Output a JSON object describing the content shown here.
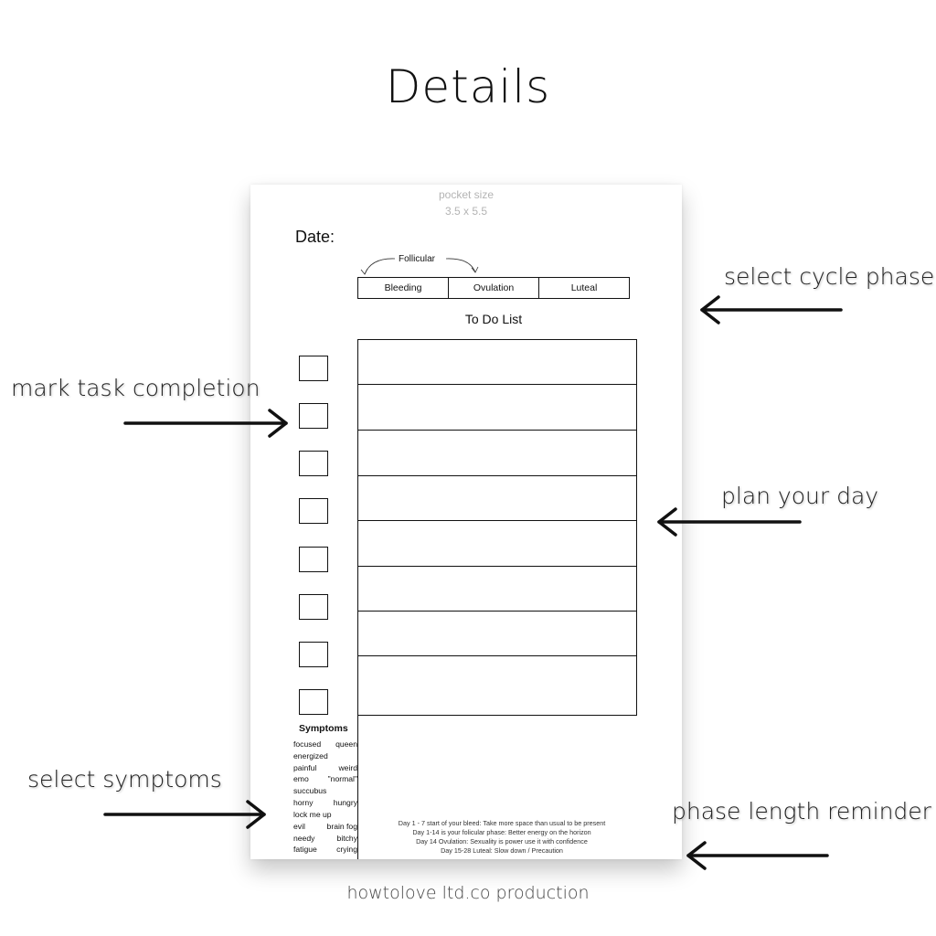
{
  "title": "Details",
  "annotations": {
    "select_cycle_phase": "select cycle phase",
    "mark_task_completion": "mark task completion",
    "plan_your_day": "plan your day",
    "select_symptoms": "select symptoms",
    "phase_length_reminder": "phase length reminder"
  },
  "footer": "howtolove ltd.co production",
  "planner": {
    "pocket_size": "pocket size",
    "dimensions": "3.5 x 5.5",
    "date_label": "Date:",
    "follicular_label": "Follicular",
    "phases": [
      "Bleeding",
      "Ovulation",
      "Luteal"
    ],
    "todo_title": "To Do List",
    "symptoms_title": "Symptoms",
    "symptoms": [
      [
        "focused",
        "queen"
      ],
      [
        "energized",
        ""
      ],
      [
        "painful",
        "weird"
      ],
      [
        "emo",
        "\"normal\""
      ],
      [
        "succubus",
        ""
      ],
      [
        "horny",
        "hungry"
      ],
      [
        "lock me up",
        ""
      ],
      [
        "evil",
        "brain fog"
      ],
      [
        "needy",
        "bitchy"
      ],
      [
        "fatigue",
        "crying"
      ]
    ],
    "reminders": [
      "Day 1 - 7 start of your bleed: Take more space than usual to be present",
      "Day 1-14 is your folicular phase: Better energy on the horizon",
      "Day 14 Ovulation: Sexuality is power use it with confidence",
      "Day 15-28 Luteal: Slow down / Precaution"
    ]
  }
}
